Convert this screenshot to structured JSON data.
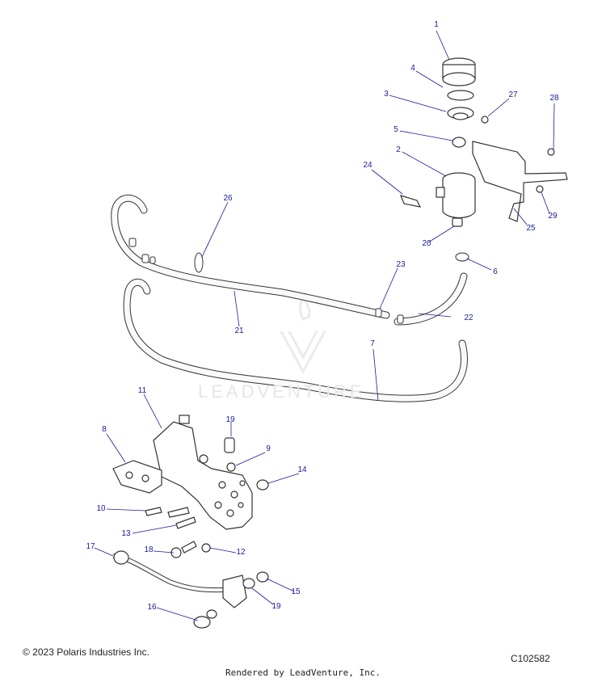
{
  "watermark_text": "LEADVENTURE",
  "copyright": "© 2023 Polaris Industries Inc.",
  "diagram_code": "C102582",
  "rendered_by": "Rendered by LeadVenture, Inc.",
  "callout_color": "#1a1aa0",
  "callouts": [
    "1",
    "2",
    "3",
    "4",
    "5",
    "6",
    "7",
    "8",
    "9",
    "10",
    "11",
    "12",
    "13",
    "14",
    "15",
    "16",
    "17",
    "18",
    "19",
    "19",
    "20",
    "21",
    "22",
    "23",
    "24",
    "25",
    "26",
    "27",
    "28",
    "29"
  ]
}
